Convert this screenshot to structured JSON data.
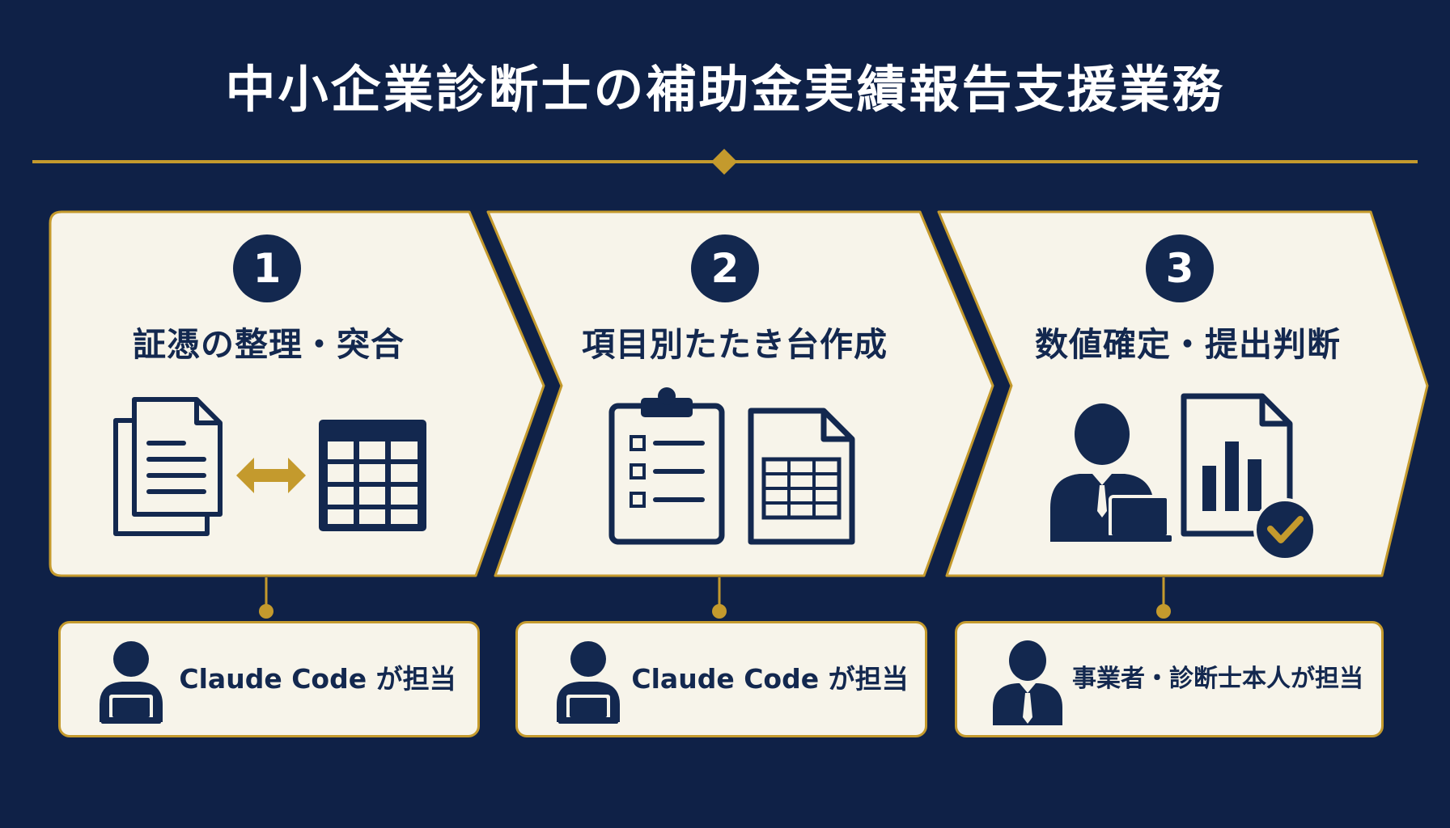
{
  "title": "中小企業診断士の補助金実績報告支援業務",
  "colors": {
    "background": "#0f2147",
    "navy": "#13284f",
    "gold": "#c49a2d",
    "card": "#f7f4ea"
  },
  "steps": [
    {
      "number": "1",
      "label": "証憑の整理・突合",
      "icons": [
        "documents-icon",
        "double-arrow-icon",
        "table-icon"
      ],
      "role": "Claude Code が担当",
      "role_icon": "person-laptop-icon"
    },
    {
      "number": "2",
      "label": "項目別たたき台作成",
      "icons": [
        "clipboard-checklist-icon",
        "spreadsheet-document-icon"
      ],
      "role": "Claude Code が担当",
      "role_icon": "person-laptop-icon"
    },
    {
      "number": "3",
      "label": "数値確定・提出判断",
      "icons": [
        "businessperson-laptop-icon",
        "chart-report-check-icon"
      ],
      "role": "事業者・診断士本人が担当",
      "role_icon": "businessperson-icon"
    }
  ]
}
